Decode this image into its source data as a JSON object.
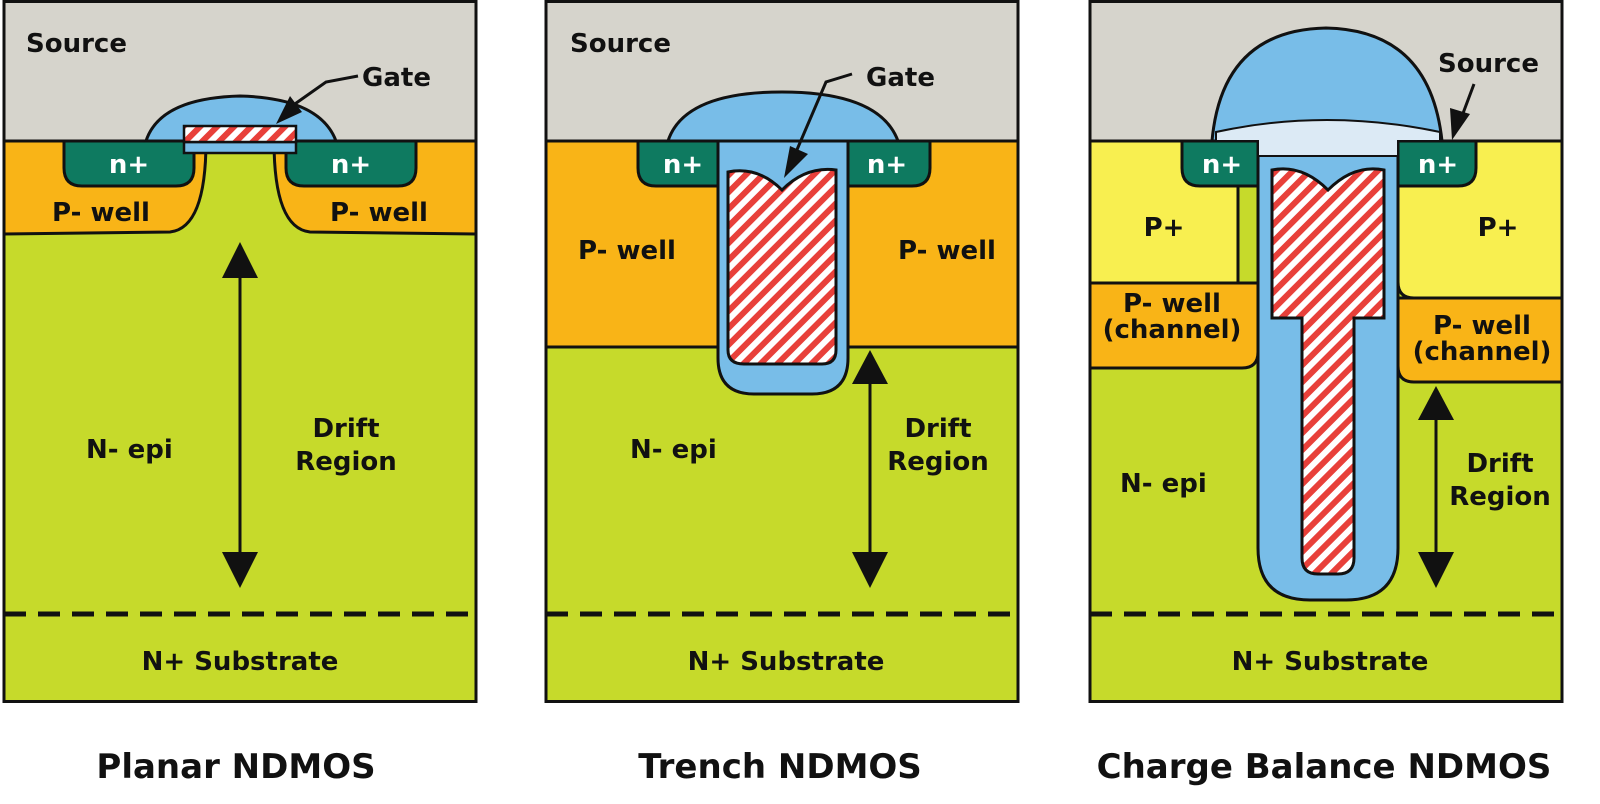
{
  "colors": {
    "source_metal": "#d6d4cc",
    "oxide": "#78bde8",
    "oxide_light": "#dceaf5",
    "n_plus": "#0e7a60",
    "p_well": "#f9b417",
    "p_plus": "#f8ef50",
    "n_epi": "#c6da2b",
    "gate_stripe": "#e8403a",
    "outline": "#111111"
  },
  "panels": [
    {
      "caption": "Planar NDMOS",
      "source_label": "Source",
      "gate_label": "Gate",
      "n_plus_left": "n+",
      "n_plus_right": "n+",
      "p_well_left": "P- well",
      "p_well_right": "P- well",
      "n_epi_label": "N- epi",
      "drift_line1": "Drift",
      "drift_line2": "Region",
      "substrate_label": "N+ Substrate"
    },
    {
      "caption": "Trench NDMOS",
      "source_label": "Source",
      "gate_label": "Gate",
      "n_plus_left": "n+",
      "n_plus_right": "n+",
      "p_well_left": "P- well",
      "p_well_right": "P- well",
      "n_epi_label": "N- epi",
      "drift_line1": "Drift",
      "drift_line2": "Region",
      "substrate_label": "N+ Substrate"
    },
    {
      "caption": "Charge Balance NDMOS",
      "source_label": "Source",
      "n_plus_left": "n+",
      "n_plus_right": "n+",
      "p_plus_left": "P+",
      "p_plus_right": "P+",
      "p_well_left_1": "P- well",
      "p_well_left_2": "(channel)",
      "p_well_right_1": "P- well",
      "p_well_right_2": "(channel)",
      "n_epi_label": "N- epi",
      "drift_line1": "Drift",
      "drift_line2": "Region",
      "substrate_label": "N+ Substrate"
    }
  ]
}
